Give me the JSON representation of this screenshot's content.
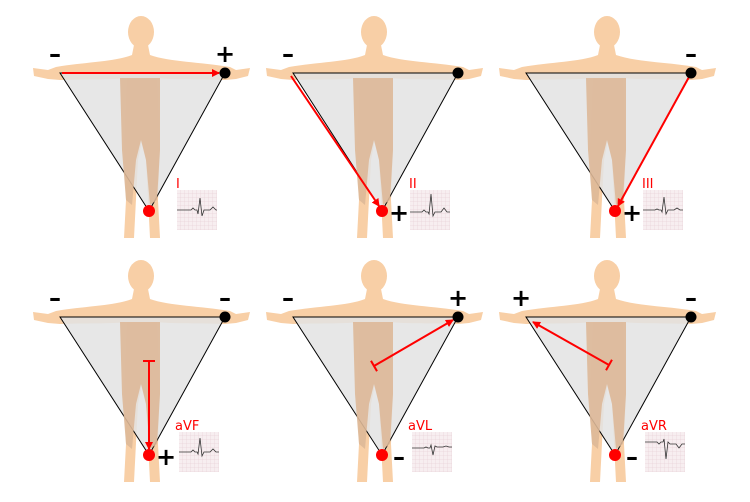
{
  "title": "Limb leads (Einthoven triangle)",
  "colors": {
    "skin": "#f8cfa6",
    "torso": "#ddb898",
    "triangle": "#e3e3e3",
    "arrow": "#ff0000",
    "electrode_black": "#000000",
    "electrode_red": "#ff0000"
  },
  "panels": [
    {
      "lead": "I",
      "kind": "I",
      "signs": {
        "left": "–",
        "right": "+",
        "bottom": ""
      }
    },
    {
      "lead": "II",
      "kind": "II",
      "signs": {
        "left": "–",
        "right": "",
        "bottom": "+"
      }
    },
    {
      "lead": "III",
      "kind": "III",
      "signs": {
        "left": "",
        "right": "–",
        "bottom": "+"
      }
    },
    {
      "lead": "aVF",
      "kind": "aVF",
      "signs": {
        "left": "–",
        "right": "–",
        "bottom": "+"
      }
    },
    {
      "lead": "aVL",
      "kind": "aVL",
      "signs": {
        "left": "–",
        "right": "+",
        "bottom": "–"
      }
    },
    {
      "lead": "aVR",
      "kind": "aVR",
      "signs": {
        "left": "+",
        "right": "–",
        "bottom": "–"
      }
    }
  ]
}
